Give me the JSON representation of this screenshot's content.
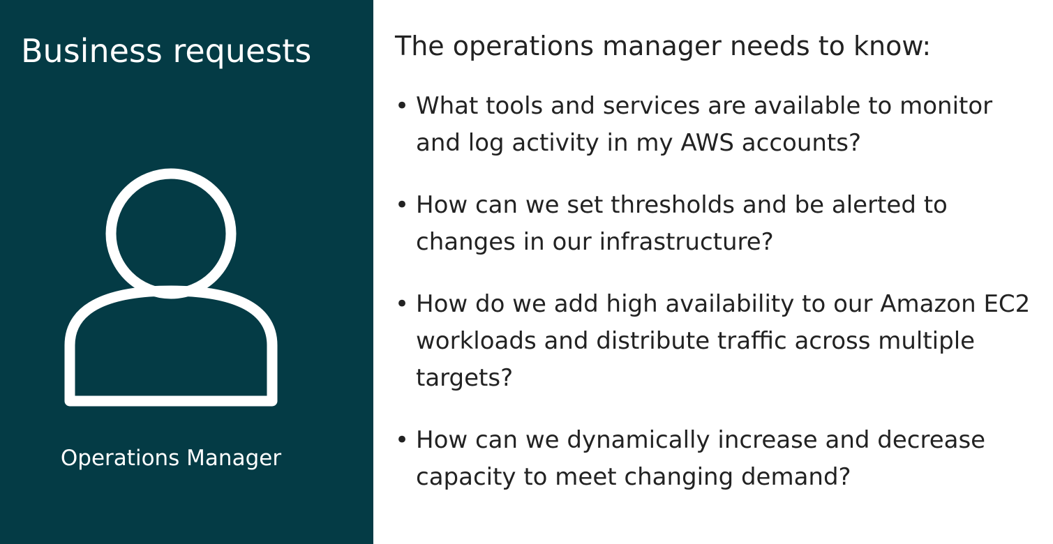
{
  "left_panel": {
    "title": "Business requests",
    "role_label": "Operations Manager",
    "icon": "person-icon",
    "background_color": "#043b45"
  },
  "right_panel": {
    "heading": "The operations manager needs to know:",
    "bullet_symbol": "•",
    "questions": [
      {
        "text": "What tools and services are available to monitor\nand log activity in my AWS accounts?"
      },
      {
        "text": "How can we set thresholds and be alerted to\nchanges in our infrastructure?"
      },
      {
        "text": "How do we add high availability to our Amazon EC2\nworkloads and distribute traffic across multiple\ntargets?"
      },
      {
        "text": "How can we dynamically increase and decrease\ncapacity to meet changing demand?"
      }
    ]
  }
}
